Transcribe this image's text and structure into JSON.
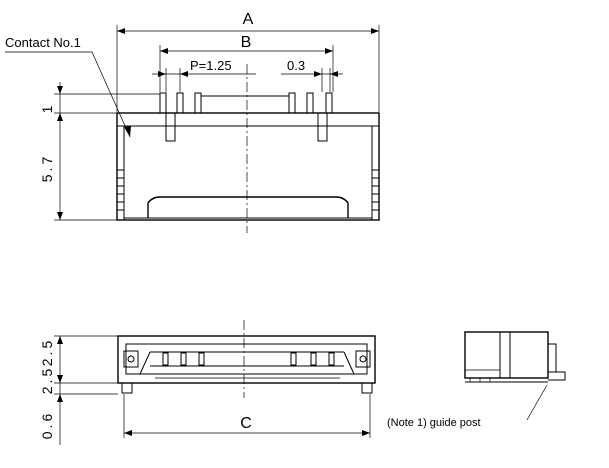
{
  "labels": {
    "dim_a": "A",
    "dim_b": "B",
    "dim_c": "C",
    "pitch": "P=1.25",
    "pin_width": "0.3",
    "contact_no1": "Contact No.1",
    "height_1": "1",
    "height_57": "5.7",
    "height_25": "2.5",
    "height_06": "0.6",
    "note_guide_post": "(Note 1) guide post"
  }
}
